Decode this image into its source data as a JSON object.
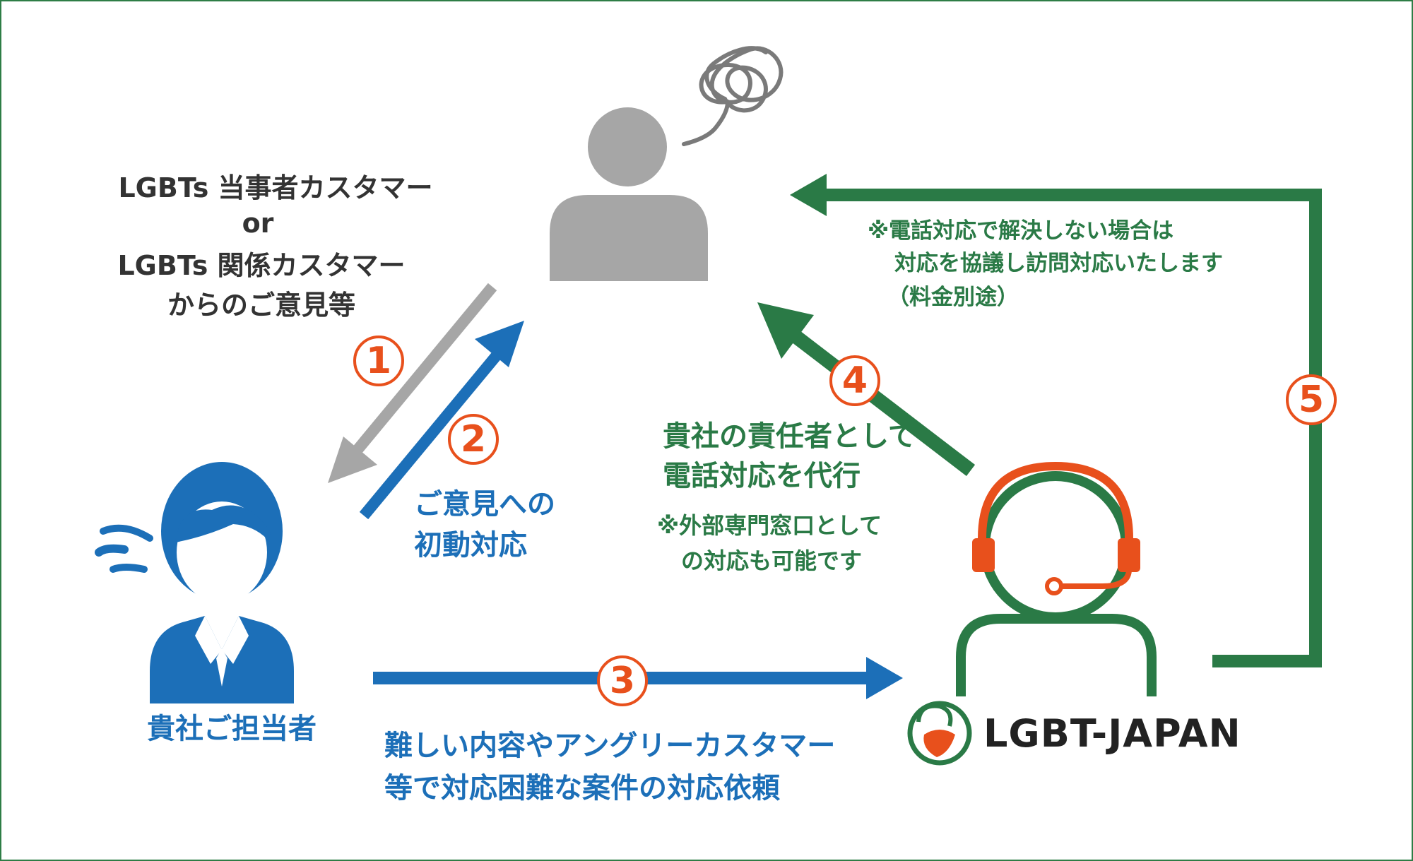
{
  "customer_label": {
    "line1": "LGBTs 当事者カスタマー",
    "line2": "or",
    "line3": "LGBTs 関係カスタマー",
    "line4": "からのご意見等"
  },
  "steps": {
    "s1": "1",
    "s2": "2",
    "s3": "3",
    "s4": "4",
    "s5": "5"
  },
  "step2_text": {
    "line1": "ご意見への",
    "line2": "初動対応"
  },
  "step3_text": {
    "line1": "難しい内容やアングリーカスタマー",
    "line2": "等で対応困難な案件の対応依頼"
  },
  "step4_text": {
    "line1": "貴社の責任者として",
    "line2": "電話対応を代行"
  },
  "step4_note": {
    "line1": "※外部専門窓口として",
    "line2": "の対応も可能です"
  },
  "step5_note": {
    "line1": "※電話対応で解決しない場合は",
    "line2": "対応を協議し訪問対応いたします",
    "line3": "（料金別途）"
  },
  "staff_label": "貴社ご担当者",
  "logo_text": "LGBT-JAPAN",
  "colors": {
    "green": "#2a7a46",
    "blue": "#1c6fb8",
    "grey": "#a6a6a6",
    "orange": "#e8501c"
  }
}
